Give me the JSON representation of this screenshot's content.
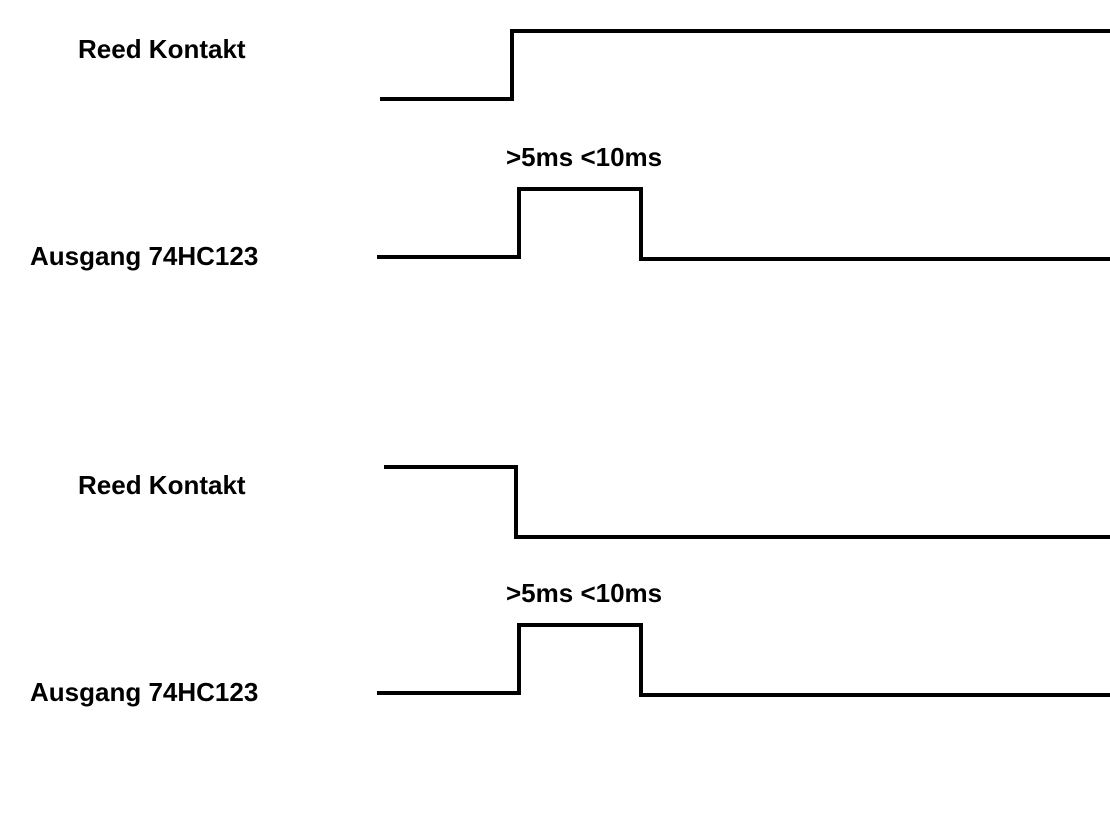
{
  "colors": {
    "background": "#ffffff",
    "ink": "#000000"
  },
  "panels": [
    {
      "edge": "rising",
      "input_label": "Reed Kontakt",
      "output_label": "Ausgang 74HC123",
      "pulse_label": ">5ms <10ms"
    },
    {
      "edge": "falling",
      "input_label": "Reed Kontakt",
      "output_label": "Ausgang 74HC123",
      "pulse_label": ">5ms <10ms"
    }
  ]
}
